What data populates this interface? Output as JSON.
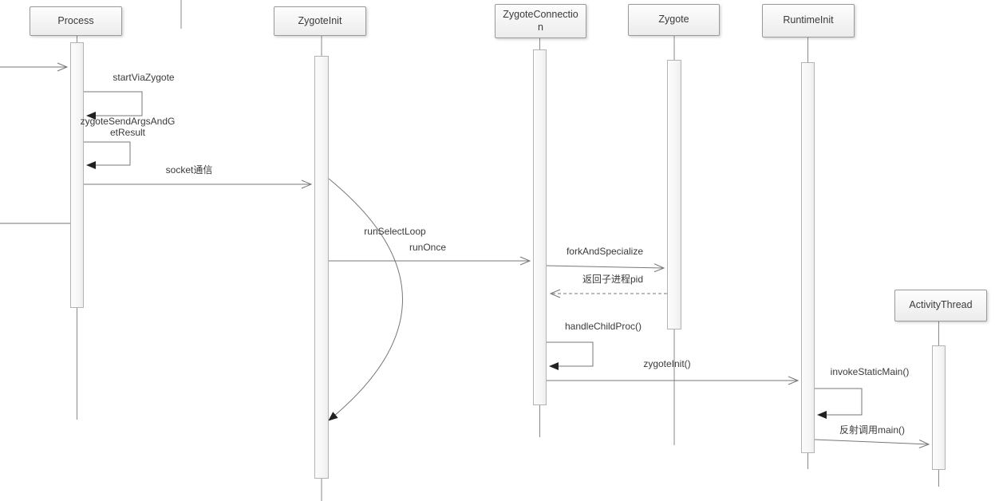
{
  "diagram": {
    "kind": "uml-sequence-diagram",
    "subject": "Android Zygote process start sequence",
    "participants": [
      {
        "label": "Process"
      },
      {
        "label": "ZygoteInit"
      },
      {
        "label": "ZygoteConnection",
        "line1": "ZygoteConnectio",
        "line2": "n"
      },
      {
        "label": "Zygote"
      },
      {
        "label": "RuntimeInit"
      },
      {
        "label": "ActivityThread"
      }
    ],
    "messages": [
      {
        "label": "startViaZygote",
        "type": "self-call",
        "from": "Process",
        "to": "Process"
      },
      {
        "label": "zygoteSendArgsAndGetResult",
        "label_line1": "zygoteSendArgsAndG",
        "label_line2": "etResult",
        "type": "self-call",
        "from": "Process",
        "to": "Process"
      },
      {
        "label": "socket通信",
        "type": "call",
        "from": "Process",
        "to": "ZygoteInit"
      },
      {
        "label": "runSelectLoop",
        "type": "loop-arc",
        "from": "ZygoteInit",
        "to": "ZygoteInit"
      },
      {
        "label": "runOnce",
        "type": "call",
        "from": "ZygoteInit",
        "to": "ZygoteConnection"
      },
      {
        "label": "forkAndSpecialize",
        "type": "call",
        "from": "ZygoteConnection",
        "to": "Zygote"
      },
      {
        "label": "返回子进程pid",
        "type": "dashed-return",
        "from": "Zygote",
        "to": "ZygoteConnection"
      },
      {
        "label": "handleChildProc()",
        "type": "self-call",
        "from": "ZygoteConnection",
        "to": "ZygoteConnection"
      },
      {
        "label": "zygoteInit()",
        "type": "call",
        "from": "ZygoteConnection",
        "to": "RuntimeInit"
      },
      {
        "label": "invokeStaticMain()",
        "type": "self-call",
        "from": "RuntimeInit",
        "to": "RuntimeInit"
      },
      {
        "label": "反射调用main()",
        "type": "call",
        "from": "RuntimeInit",
        "to": "ActivityThread"
      }
    ],
    "colors": {
      "line": "#777777",
      "arrow_filled": "#222222",
      "box_border": "#9a9a9a",
      "box_fill": "#f3f3f3",
      "activation_fill": "#f7f7f7",
      "text": "#3a3a3a",
      "background": "#ffffff"
    }
  }
}
